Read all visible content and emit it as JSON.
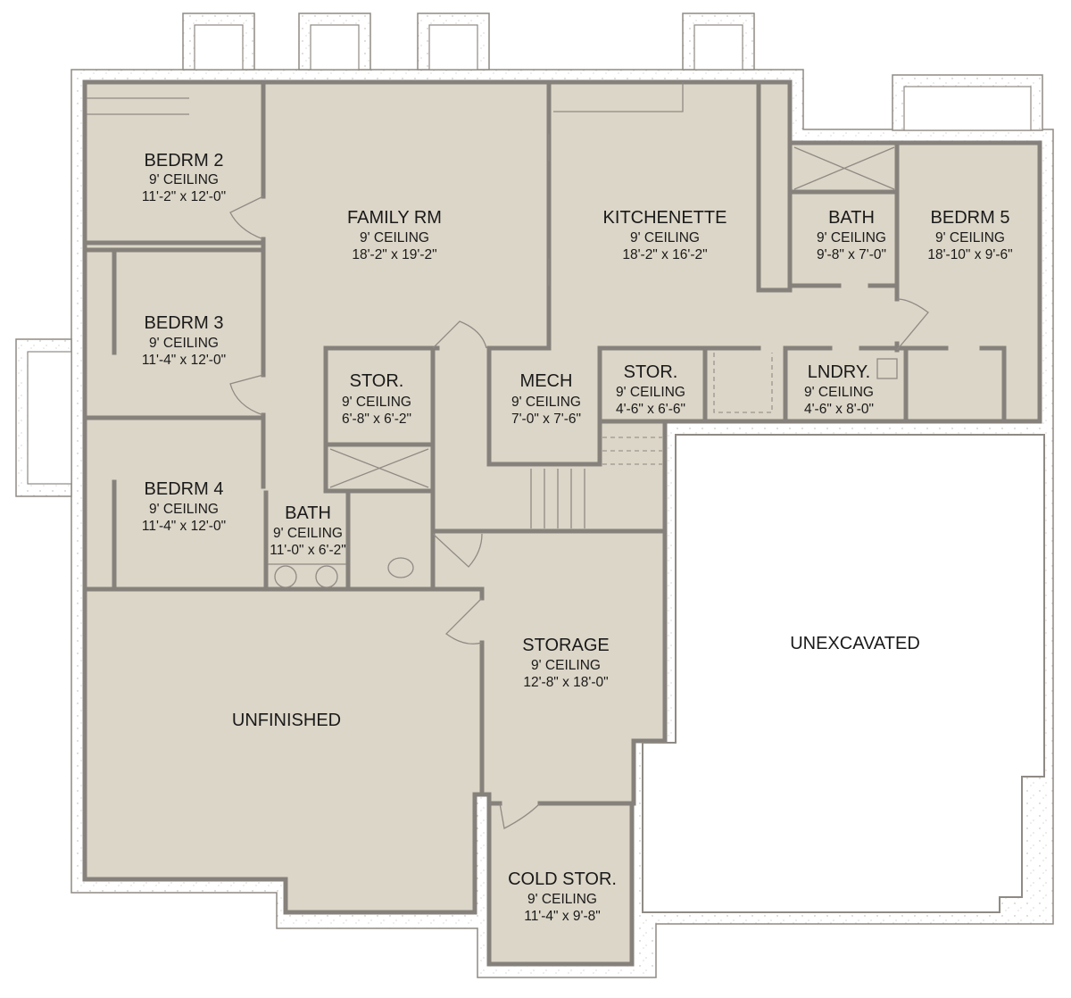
{
  "colors": {
    "floor": "#dcd6c8",
    "wall": "#86817b",
    "foundation": "#ffffff",
    "outline": "#8f8a84"
  },
  "rooms": [
    {
      "id": "bedrm2",
      "name": "BEDRM 2",
      "ceiling": "9' CEILING",
      "size": "11'-2\" x 12'-0\""
    },
    {
      "id": "family",
      "name": "FAMILY RM",
      "ceiling": "9' CEILING",
      "size": "18'-2\" x 19'-2\""
    },
    {
      "id": "kitchenette",
      "name": "KITCHENETTE",
      "ceiling": "9' CEILING",
      "size": "18'-2\" x 16'-2\""
    },
    {
      "id": "bath-upper",
      "name": "BATH",
      "ceiling": "9' CEILING",
      "size": "9'-8\" x 7'-0\""
    },
    {
      "id": "bedrm5",
      "name": "BEDRM 5",
      "ceiling": "9' CEILING",
      "size": "18'-10\" x 9'-6\""
    },
    {
      "id": "bedrm3",
      "name": "BEDRM 3",
      "ceiling": "9' CEILING",
      "size": "11'-4\" x 12'-0\""
    },
    {
      "id": "stor1",
      "name": "STOR.",
      "ceiling": "9' CEILING",
      "size": "6'-8\" x 6'-2\""
    },
    {
      "id": "mech",
      "name": "MECH",
      "ceiling": "9' CEILING",
      "size": "7'-0\" x 7'-6\""
    },
    {
      "id": "stor2",
      "name": "STOR.",
      "ceiling": "9' CEILING",
      "size": "4'-6\" x 6'-6\""
    },
    {
      "id": "lndry",
      "name": "LNDRY.",
      "ceiling": "9' CEILING",
      "size": "4'-6\" x 8'-0\""
    },
    {
      "id": "bedrm4",
      "name": "BEDRM 4",
      "ceiling": "9' CEILING",
      "size": "11'-4\" x 12'-0\""
    },
    {
      "id": "bath-lower",
      "name": "BATH",
      "ceiling": "9' CEILING",
      "size": "11'-0\" x 6'-2\""
    },
    {
      "id": "storage",
      "name": "STORAGE",
      "ceiling": "9' CEILING",
      "size": "12'-8\" x 18'-0\""
    },
    {
      "id": "cold",
      "name": "COLD STOR.",
      "ceiling": "9' CEILING",
      "size": "11'-4\" x 9'-8\""
    }
  ],
  "areas": {
    "unfinished": "UNFINISHED",
    "unexcavated": "UNEXCAVATED"
  }
}
